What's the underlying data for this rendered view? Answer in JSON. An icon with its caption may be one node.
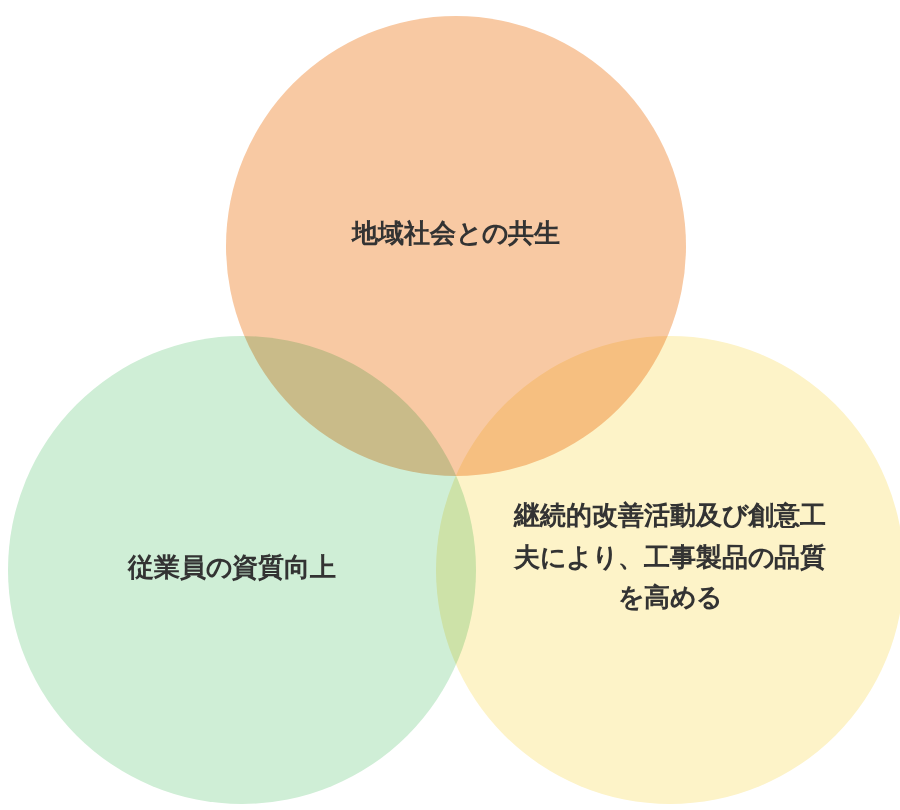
{
  "diagram": {
    "nodes": [
      {
        "text": [
          "地域社会との共生"
        ]
      },
      {
        "text": [
          "従業員の資質向上"
        ]
      },
      {
        "text": [
          "継続的改善活動及び創意工夫により、工事製品の品質を高める"
        ]
      }
    ]
  }
}
